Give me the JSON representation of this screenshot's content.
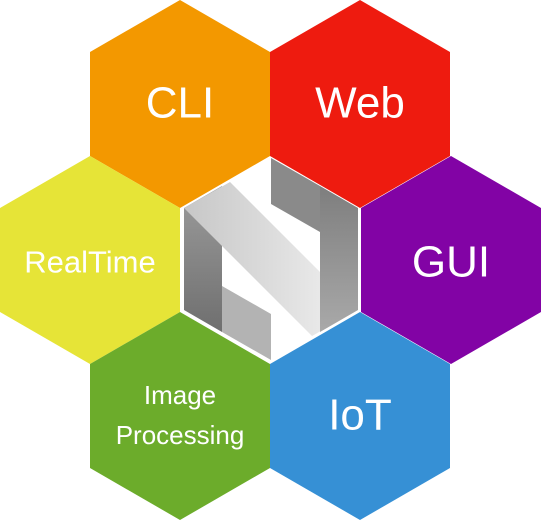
{
  "hexagons": {
    "cli": {
      "label": "CLI",
      "color": "#f39800"
    },
    "web": {
      "label": "Web",
      "color": "#ee1b0f"
    },
    "gui": {
      "label": "GUI",
      "color": "#8203a5"
    },
    "realtime": {
      "label": "RealTime",
      "color": "#e6e437"
    },
    "image": {
      "line1": "Image",
      "line2": "Processing",
      "color": "#6cac2b"
    },
    "iot": {
      "label": "IoT",
      "color": "#3690d5"
    }
  },
  "center": {
    "icon": "stylized-n-logo-icon",
    "color_light": "#d6d6d6",
    "color_dark": "#8e8e8e"
  }
}
